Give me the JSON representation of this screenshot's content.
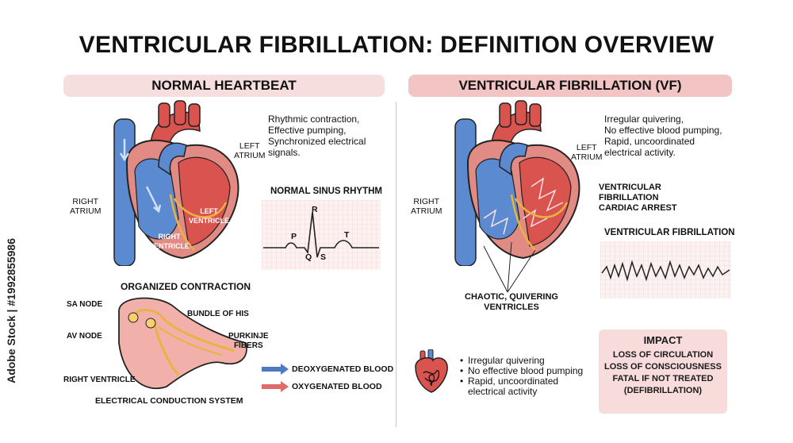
{
  "title": "VENTRICULAR FIBRILLATION: DEFINITION OVERVIEW",
  "normal": {
    "header": "NORMAL HEARTBEAT",
    "description": "Rhythmic contraction,\nEffective pumping,\nSynchronized electrical\nsignals.",
    "labels": {
      "left_atrium": "LEFT\nATRIUM",
      "right_atrium": "RIGHT\nATRIUM",
      "left_ventricle": "LEFT\nVENTRICLE",
      "right_ventricle": "RIGHT\nVENTRICLE"
    },
    "ecg_title": "NORMAL SINUS RHYTHM",
    "ecg_waves": {
      "p": "P",
      "q": "Q",
      "r": "R",
      "s": "S",
      "t": "T"
    },
    "conduction_title": "ORGANIZED CONTRACTION",
    "conduction_labels": {
      "sa_node": "SA NODE",
      "av_node": "AV NODE",
      "bundle_of_his": "BUNDLE OF HIS",
      "purkinje": "PURKINJE\nFIBERS",
      "right_ventricle": "RIGHT VENTRICLE"
    },
    "conduction_caption": "ELECTRICAL CONDUCTION SYSTEM"
  },
  "legend": {
    "deoxygenated": "DEOXYGENATED BLOOD",
    "oxygenated": "OXYGENATED BLOOD",
    "deoxy_color": "#4f79c0",
    "oxy_color": "#e06b6b"
  },
  "vf": {
    "header": "VENTRICULAR FIBRILLATION (VF)",
    "description": "Irregular quivering,\nNo effective blood pumping,\nRapid, uncoordinated\nelectrical activity.",
    "labels": {
      "left_atrium": "LEFT\nATRIUM",
      "right_atrium": "RIGHT\nATRIUM",
      "vf_cardiac_arrest": "VENTRICULAR\nFIBRILLATION\nCARDIAC ARREST",
      "chaotic": "CHAOTIC, QUIVERING\nVENTRICLES"
    },
    "ecg_title": "VENTRICULAR FIBRILLATION",
    "bullets": [
      "Irregular quivering",
      "No effective blood pumping",
      "Rapid, uncoordinated\nelectrical activity"
    ],
    "impact": {
      "title": "IMPACT",
      "lines": [
        "LOSS OF CIRCULATION",
        "LOSS OF CONSCIOUSNESS",
        "FATAL IF NOT TREATED\n(DEFIBRILLATION)"
      ]
    }
  },
  "colors": {
    "pill_normal": "#f7dede",
    "pill_vf": "#f3c4c4",
    "heart_red": "#d9534f",
    "heart_blue": "#5b8ad0",
    "ecg_grid": "#f2b9b9"
  },
  "watermark": {
    "side_text": "Adobe Stock | #1992855986"
  }
}
